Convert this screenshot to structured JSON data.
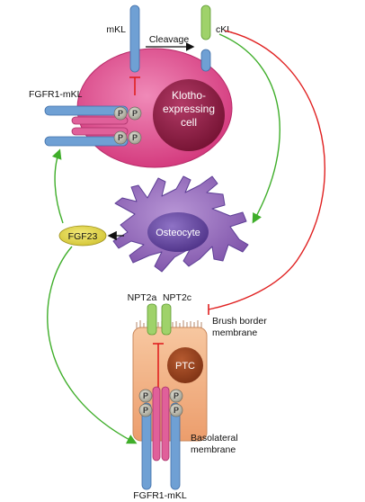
{
  "labels": {
    "mkl": "mKL",
    "ckl": "cKL",
    "cleavage": "Cleavage",
    "fgfr1_mkl_top": "FGFR1-mKL",
    "klotho_cell_l1": "Klotho-",
    "klotho_cell_l2": "expressing",
    "klotho_cell_l3": "cell",
    "osteocyte": "Osteocyte",
    "fgf23": "FGF23",
    "npt2a": "NPT2a",
    "npt2c": "NPT2c",
    "brush_border_l1": "Brush border",
    "brush_border_l2": "membrane",
    "ptc": "PTC",
    "basolateral_l1": "Basolateral",
    "basolateral_l2": "membrane",
    "fgfr1_mkl_bottom": "FGFR1-mKL",
    "phospho": "P"
  },
  "colors": {
    "klotho_cell": "#e0508f",
    "klotho_nucleus": "#8e1e45",
    "osteocyte": "#8a5fb0",
    "osteocyte_nucleus": "#5e3f96",
    "ptc_cell": "#f2b183",
    "ptc_nucleus": "#9a4420",
    "receptor_blue": "#6fa0d4",
    "receptor_pink": "#e0609a",
    "npt_green": "#9fd26a",
    "fgf23_yellow": "#e4d84c",
    "activation_arrow": "#3fae2a",
    "inhibition_arrow": "#e02020"
  }
}
